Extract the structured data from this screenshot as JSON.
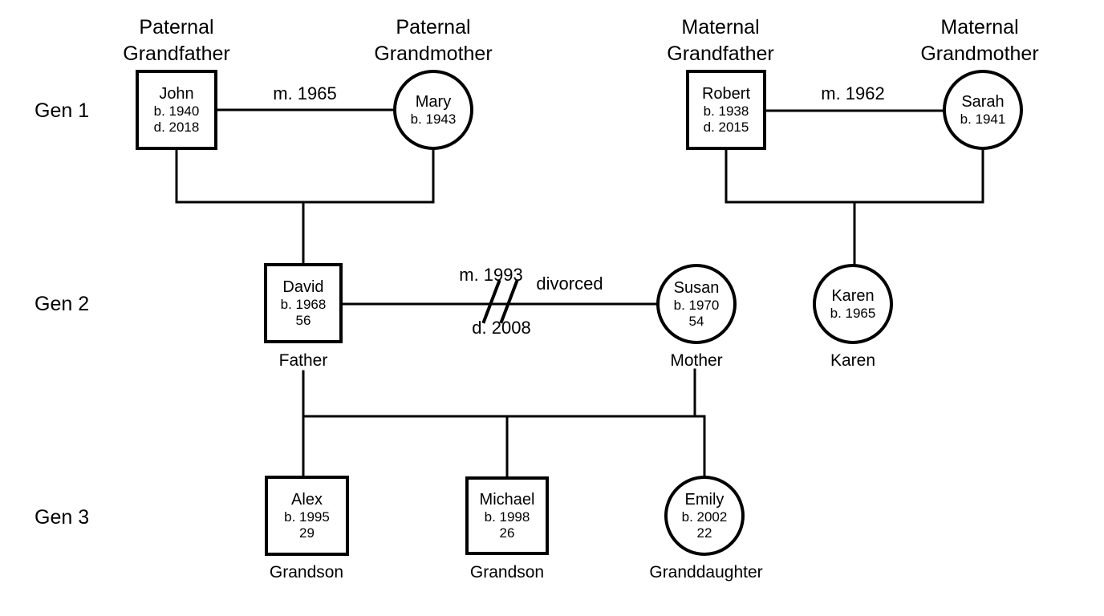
{
  "diagram": {
    "background": "#ffffff",
    "line_color": "#000000",
    "text_color": "#000000",
    "generations": [
      {
        "label": "Gen 1"
      },
      {
        "label": "Gen 2"
      },
      {
        "label": "Gen 3"
      }
    ],
    "headers": {
      "paternal_grandfather": {
        "line1": "Paternal",
        "line2": "Grandfather"
      },
      "paternal_grandmother": {
        "line1": "Paternal",
        "line2": "Grandmother"
      },
      "maternal_grandfather": {
        "line1": "Maternal",
        "line2": "Grandfather"
      },
      "maternal_grandmother": {
        "line1": "Maternal",
        "line2": "Grandmother"
      }
    },
    "people": {
      "john": {
        "name": "John",
        "born": "b. 1940",
        "died": "d. 2018",
        "shape": "square"
      },
      "mary": {
        "name": "Mary",
        "born": "b. 1943",
        "shape": "circle"
      },
      "robert": {
        "name": "Robert",
        "born": "b. 1938",
        "died": "d. 2015",
        "shape": "square"
      },
      "sarah": {
        "name": "Sarah",
        "born": "b. 1941",
        "shape": "circle"
      },
      "david": {
        "name": "David",
        "born": "b. 1968",
        "age": "56",
        "role": "Father",
        "shape": "square"
      },
      "susan": {
        "name": "Susan",
        "born": "b. 1970",
        "age": "54",
        "role": "Mother",
        "shape": "circle"
      },
      "karen": {
        "name": "Karen",
        "born": "b. 1965",
        "role": "Karen",
        "shape": "circle"
      },
      "alex": {
        "name": "Alex",
        "born": "b. 1995",
        "age": "29",
        "role": "Grandson",
        "shape": "square"
      },
      "michael": {
        "name": "Michael",
        "born": "b. 1998",
        "age": "26",
        "role": "Grandson",
        "shape": "square"
      },
      "emily": {
        "name": "Emily",
        "born": "b. 2002",
        "age": "22",
        "role": "Granddaughter",
        "shape": "circle"
      }
    },
    "marriages": {
      "paternal": {
        "label": "m. 1965"
      },
      "maternal": {
        "label": "m. 1962"
      },
      "parents": {
        "label": "m. 1993",
        "status": "divorced",
        "divorce_date": "d. 2008"
      }
    }
  }
}
